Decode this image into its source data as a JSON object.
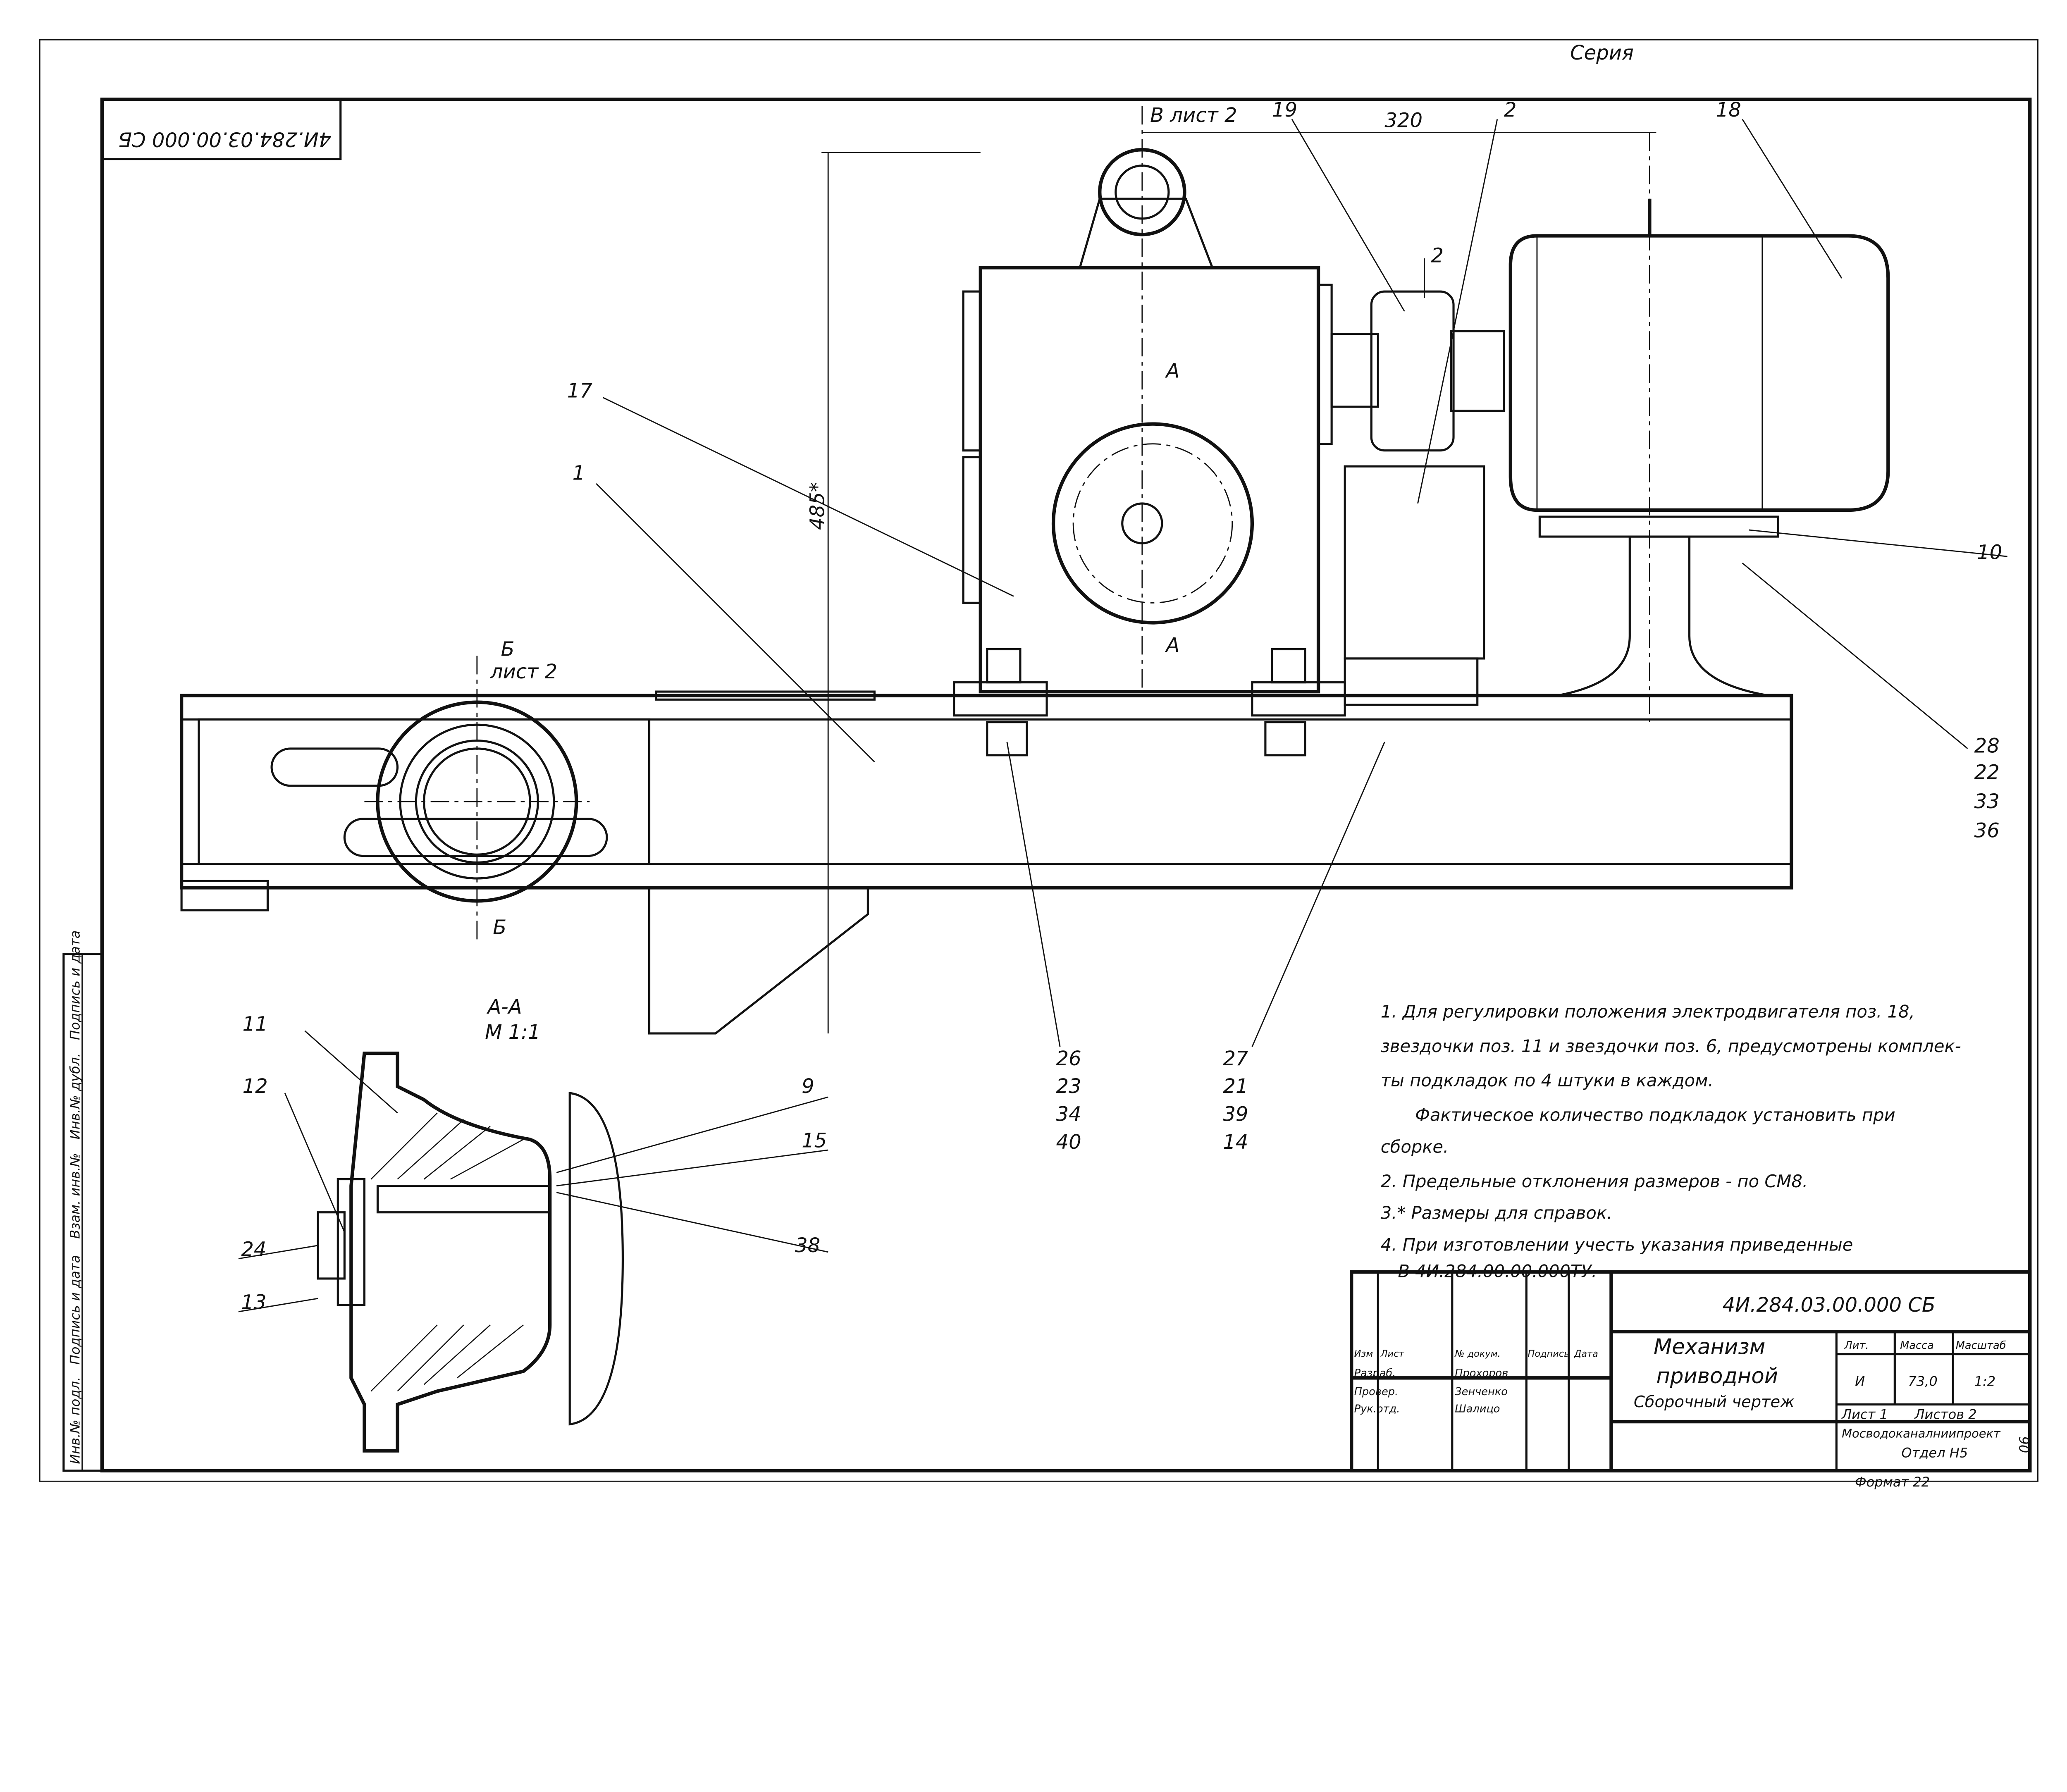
{
  "header": {
    "series_label": "Серия",
    "rotated_code": "4И.284.03.00.000 СБ"
  },
  "view_labels": {
    "view_b_sheet": "В лист 2",
    "section_a_top": "А",
    "section_a_bottom": "А",
    "section_b_top": "Б",
    "section_b_sheet": "лист 2",
    "section_b_bottom": "Б",
    "section_aa_title": "А-А",
    "section_aa_scale": "М 1:1"
  },
  "dimensions": {
    "width_320": "320",
    "height_485": "485*",
    "gap_2": "2"
  },
  "callouts": {
    "c19": "19",
    "c2": "2",
    "c18": "18",
    "c17": "17",
    "c1": "1",
    "c10": "10",
    "group_right": [
      "28",
      "22",
      "33",
      "36"
    ],
    "group_left": [
      "26",
      "23",
      "34",
      "40"
    ],
    "group_mid": [
      "27",
      "21",
      "39",
      "14"
    ],
    "c11": "11",
    "c12": "12",
    "c9": "9",
    "c15": "15",
    "c38": "38",
    "c24": "24",
    "c13": "13"
  },
  "notes": [
    "1. Для регулировки положения электродвигателя поз. 18,",
    "звездочки поз. 11 и звездочки поз. 6, предусмотрены комплек-",
    "ты подкладок по 4 штуки в каждом.",
    "Фактическое количество подкладок установить при",
    "сборке.",
    "2. Предельные отклонения размеров - по СМ8.",
    "3.* Размеры для справок.",
    "4. При изготовлении учесть указания приведенные",
    "В 4И.284.00.00.000ТУ."
  ],
  "title_block": {
    "doc_code": "4И.284.03.00.000 СБ",
    "title_line1": "Механизм",
    "title_line2": "приводной",
    "subtitle": "Сборочный чертеж",
    "col_headers": [
      "Изм",
      "Лист",
      "№ докум.",
      "Подпись",
      "Дата"
    ],
    "roles": [
      "Разраб.",
      "Провер.",
      "Рук.отд."
    ],
    "names": [
      "Прохоров",
      "Зенченко",
      "Шалицо"
    ],
    "lit_header": "Лит.",
    "mass_header": "Масса",
    "scale_header": "Масштаб",
    "lit_value": "И",
    "mass_value": "73,0",
    "scale_value": "1:2",
    "sheet_label": "Лист 1",
    "sheets_label": "Листов 2",
    "organization": "Мосводоканалниипроект",
    "department": "Отдел Н5",
    "format": "Формат 22",
    "stamp_number": "90"
  },
  "side_stamp": [
    "Инв.№ подл.",
    "Подпись и дата",
    "Взам. инв.№",
    "Инв.№ дубл.",
    "Подпись и дата"
  ]
}
